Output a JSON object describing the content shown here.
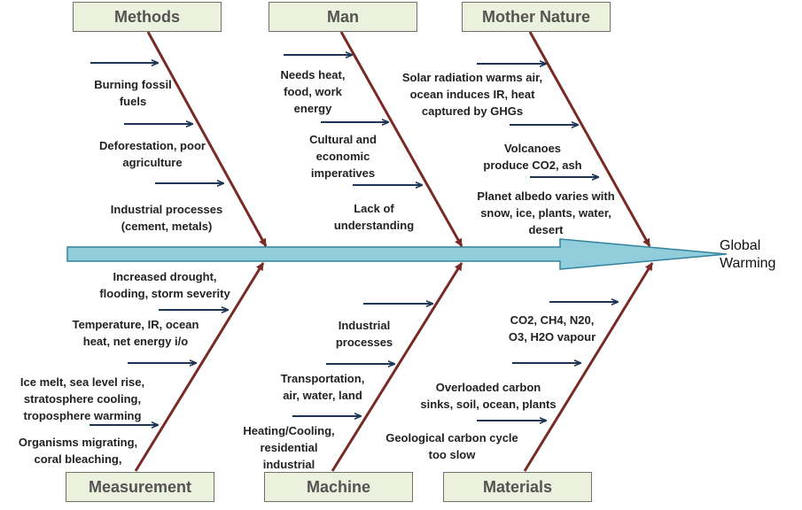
{
  "effect": {
    "label_line1": "Global",
    "label_line2": "Warming"
  },
  "colors": {
    "bone": "#7a2a26",
    "cause_arrow": "#1f3556",
    "spine_fill": "#92cddc",
    "spine_stroke": "#31849b",
    "box_fill": "#ecf1de"
  },
  "categories": {
    "methods": {
      "name": "Methods",
      "causes": [
        {
          "line1": "Burning fossil",
          "line2": "fuels"
        },
        {
          "line1": "Deforestation, poor",
          "line2": "agriculture"
        },
        {
          "line1": "Industrial processes",
          "line2": "(cement, metals)"
        }
      ]
    },
    "man": {
      "name": "Man",
      "causes": [
        {
          "line1": "Needs heat,",
          "line2": "food, work",
          "line3": "energy"
        },
        {
          "line1": "Cultural and",
          "line2": "economic",
          "line3": "imperatives"
        },
        {
          "line1": "Lack of",
          "line2": "understanding"
        }
      ]
    },
    "mother_nature": {
      "name": "Mother  Nature",
      "causes": [
        {
          "line1": "Solar radiation warms air,",
          "line2": "ocean induces IR, heat",
          "line3": "captured by GHGs"
        },
        {
          "line1": "Volcanoes",
          "line2": "produce CO2, ash"
        },
        {
          "line1": "Planet albedo varies with",
          "line2": "snow, ice, plants, water,",
          "line3": "desert"
        }
      ]
    },
    "measurement": {
      "name": "Measurement",
      "causes": [
        {
          "line1": "Increased drought,",
          "line2": "flooding, storm severity"
        },
        {
          "line1": "Temperature, IR, ocean",
          "line2": "heat, net energy i/o"
        },
        {
          "line1": "Ice melt, sea level rise,",
          "line2": "stratosphere cooling,",
          "line3": "troposphere warming"
        },
        {
          "line1": "Organisms migrating,",
          "line2": "coral bleaching,"
        }
      ]
    },
    "machine": {
      "name": "Machine",
      "causes": [
        {
          "line1": "Industrial",
          "line2": "processes"
        },
        {
          "line1": "Transportation,",
          "line2": "air, water, land"
        },
        {
          "line1": "Heating/Cooling,",
          "line2": "residential",
          "line3": "industrial"
        }
      ]
    },
    "materials": {
      "name": "Materials",
      "causes": [
        {
          "line1": "CO2, CH4,  N20,",
          "line2": "O3, H2O vapour"
        },
        {
          "line1": "Overloaded carbon",
          "line2": "sinks, soil, ocean, plants"
        },
        {
          "line1": "Geological carbon cycle",
          "line2": "too slow"
        }
      ]
    }
  }
}
